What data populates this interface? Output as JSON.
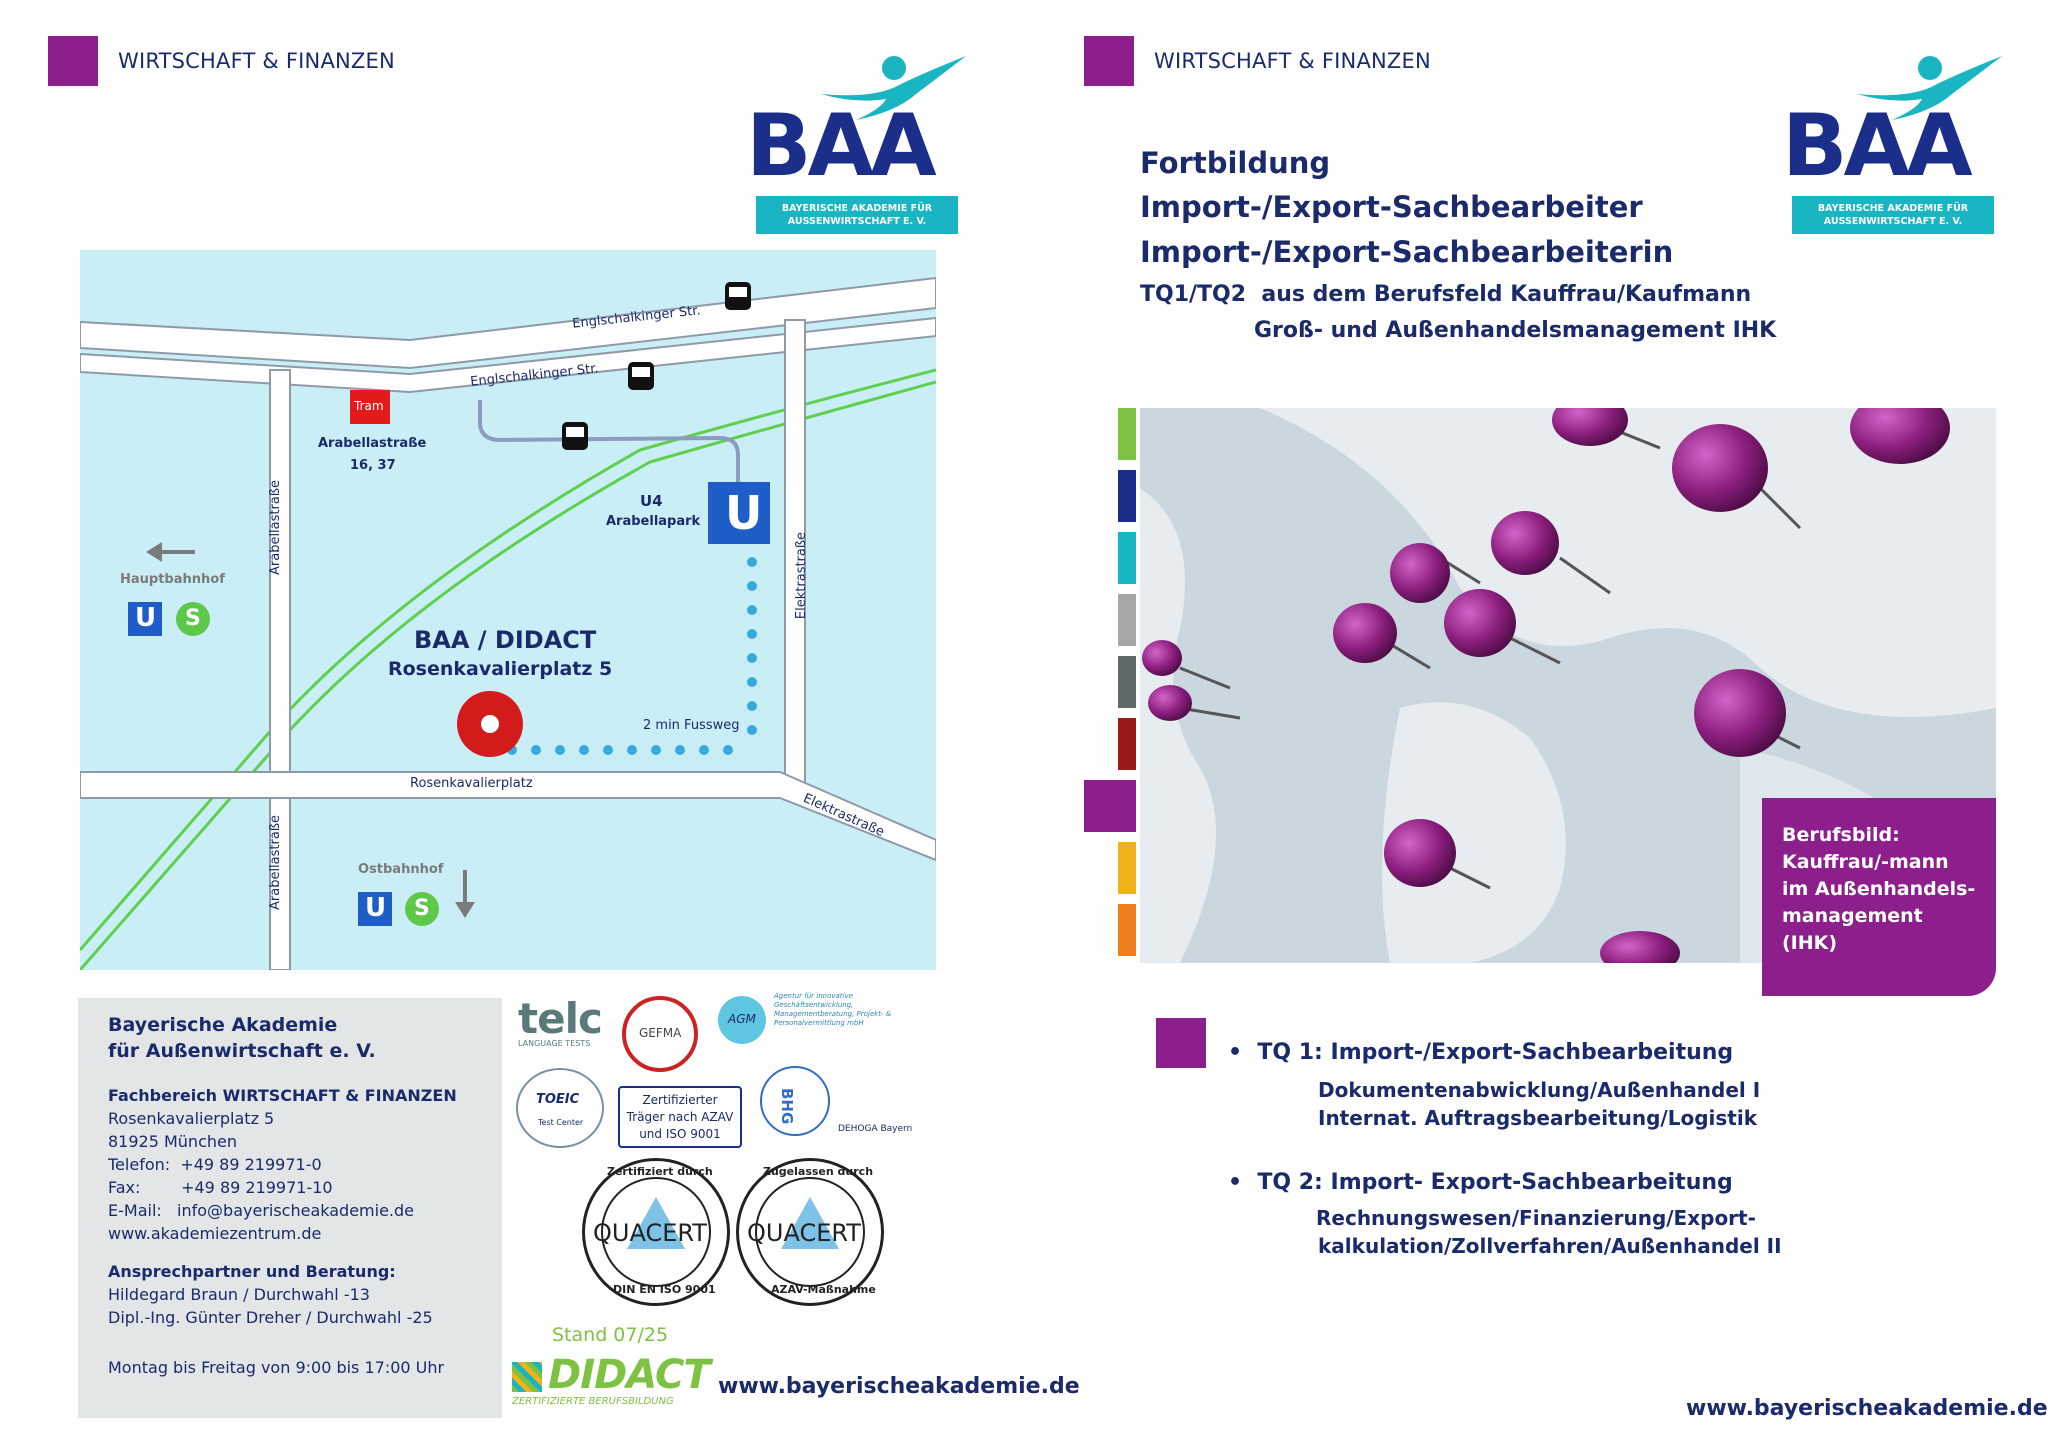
{
  "left": {
    "section_title": "WIRTSCHAFT & FINANZEN",
    "logo": {
      "text": "BAA",
      "tag_line1": "BAYERISCHE AKADEMIE FÜR",
      "tag_line2": "AUSSENWIRTSCHAFT E. V."
    },
    "map": {
      "street_top": "Englschalkinger Str.",
      "street_mid": "Englschalkinger Str.",
      "tram_label": "Tram",
      "tram_stop": "Arabellastraße",
      "tram_lines": "16, 37",
      "u4": "U4",
      "arabellapark": "Arabellapark",
      "hauptbahnhof": "Hauptbahnhof",
      "ostbahnhof": "Ostbahnhof",
      "arabella_left": "Arabellastraße",
      "arabella_left2": "Arabellastraße",
      "elektra": "Elektrastraße",
      "elektra2": "Elektrastraße",
      "rosen_street": "Rosenkavalierplatz",
      "baa_didact": "BAA / DIDACT",
      "rosen_address": "Rosenkavalierplatz 5",
      "walk": "2 min Fussweg",
      "u_sign": "U",
      "s_sign": "S"
    },
    "address": {
      "org_line1": "Bayerische Akademie",
      "org_line2": "für Außenwirtschaft e. V.",
      "dept": "Fachbereich WIRTSCHAFT & FINANZEN",
      "street": "Rosenkavalierplatz 5",
      "city": "81925 München",
      "phone": "Telefon:  +49 89 219971-0",
      "fax": "Fax:        +49 89 219971-10",
      "email": "E-Mail:   info@bayerischeakademie.de",
      "web": "www.akademiezentrum.de",
      "contact_head": "Ansprechpartner und Beratung:",
      "contact1": "Hildegard Braun / Durchwahl -13",
      "contact2": "Dipl.-Ing. Günter Dreher / Durchwahl -25",
      "hours": "Montag bis Freitag von 9:00 bis 17:00 Uhr"
    },
    "certs": {
      "telc": "telc",
      "telc_sub": "LANGUAGE TESTS",
      "gefma": "GEFMA",
      "agm_text": "Agentur für innovative Geschäftsentwicklung, Managementberatung, Projekt- & Personalvermittlung mbH",
      "agm": "AGM",
      "toeic": "TOEIC",
      "toeic_sub": "Test Center",
      "azav_line1": "Zertifizierter",
      "azav_line2": "Träger nach AZAV",
      "azav_line3": "und ISO 9001",
      "bhg": "BHG",
      "dehoga": "DEHOGA Bayern",
      "quacert": "QUACERT",
      "q1_top": "Zertifiziert durch",
      "q1_bottom": "DIN EN ISO 9001",
      "q2_top": "Zugelassen durch",
      "q2_bottom": "AZAV-Maßnahme"
    },
    "stand": "Stand 07/25",
    "didact": "DIDACT",
    "didact_sub": "ZERTIFIZIERTE BERUFSBILDUNG",
    "website": "www.bayerischeakademie.de"
  },
  "right": {
    "section_title": "WIRTSCHAFT & FINANZEN",
    "title1": "Fortbildung",
    "title2": "Import-/Export-Sachbearbeiter",
    "title3": "Import-/Export-Sachbearbeiterin",
    "sub1": "TQ1/TQ2  aus dem Berufsfeld Kauffrau/Kaufmann",
    "sub2": "Groß- und Außenhandelsmanagement IHK",
    "berufsbild": [
      "Berufsbild:",
      "Kauffrau/-mann",
      "im Außenhandels-",
      "management (IHK)"
    ],
    "tq1_head": "•  TQ 1: Import-/Export-Sachbearbeitung",
    "tq1_l1": "Dokumentenabwicklung/Außenhandel I",
    "tq1_l2": "Internat. Auftragsbearbeitung/Logistik",
    "tq2_head": "•  TQ 2: Import- Export-Sachbearbeitung",
    "tq2_l1": "Rechnungswesen/Finanzierung/Export-",
    "tq2_l2": "kalkulation/Zollverfahren/Außenhandel II",
    "website": "www.bayerischeakademie.de",
    "stripe_colors": [
      "#7dc242",
      "#1b2f8a",
      "#1ab5c2",
      "#a6a8a8",
      "#5f6b6b",
      "#9b1b1b",
      "#8c1f8c",
      "#f2b21c",
      "#ee7d1c"
    ]
  },
  "colors": {
    "accent": "#8c1f8c",
    "navy": "#1b2a6b",
    "teal": "#1ab5c2",
    "map_bg": "#c9eef6"
  }
}
